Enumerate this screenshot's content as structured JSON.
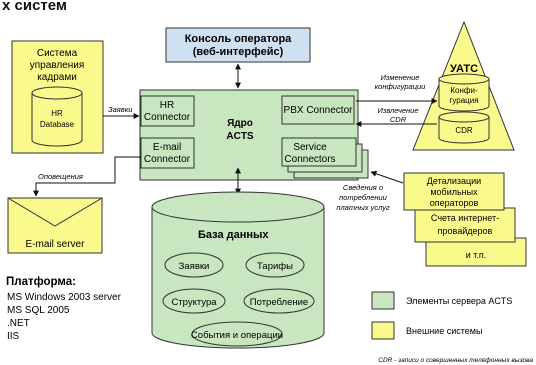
{
  "top_title_fragment": "х систем",
  "console": {
    "line1": "Консоль оператора",
    "line2": "(веб-интерфейс)"
  },
  "hr_system": {
    "line1": "Система",
    "line2": "управления",
    "line3": "кадрами",
    "db_line1": "HR",
    "db_line2": "Database"
  },
  "core": {
    "line1": "Ядро",
    "line2": "ACTS"
  },
  "hr_connector": {
    "line1": "HR",
    "line2": "Connector"
  },
  "email_connector": {
    "line1": "E-mail",
    "line2": "Connector"
  },
  "pbx_connector": {
    "label": "PBX Connector"
  },
  "service_connectors": {
    "line1": "Service",
    "line2": "Connectors"
  },
  "uats": {
    "title": "УАТС",
    "config_line1": "Конфи-",
    "config_line2": "гурация",
    "cdr": "CDR"
  },
  "edges": {
    "requests": "Заявки",
    "notifications": "Оповещения",
    "config_change_line1": "Изменение",
    "config_change_line2": "конфигурации",
    "cdr_extract_line1": "Извлечение",
    "cdr_extract_line2": "CDR",
    "usage_line1": "Сведения о",
    "usage_line2": "потреблении",
    "usage_line3": "платных услуг"
  },
  "email_server": {
    "label": "E-mail server"
  },
  "database": {
    "title": "База данных",
    "items": [
      "Заявки",
      "Тарифы",
      "Структура",
      "Потребление",
      "События и операции"
    ]
  },
  "external_docs": {
    "doc1_line1": "Детализации",
    "doc1_line2": "мобильных",
    "doc1_line3": "операторов",
    "doc2_line1": "Счета интернет-",
    "doc2_line2": "провайдеров",
    "doc3": "и т.п."
  },
  "platform": {
    "title": "Платформа:",
    "items": [
      "MS Windows 2003 server",
      "MS SQL 2005",
      ".NET",
      "IIS"
    ]
  },
  "legend": {
    "acts_label": "Элементы сервера ACTS",
    "external_label": "Внешние системы"
  },
  "footnote": "CDR - записи о совершенных телефонных вызова",
  "colors": {
    "green": "#c8e6c0",
    "yellow": "#fafa8c",
    "blue": "#cfe0f0",
    "stroke": "#333333"
  }
}
